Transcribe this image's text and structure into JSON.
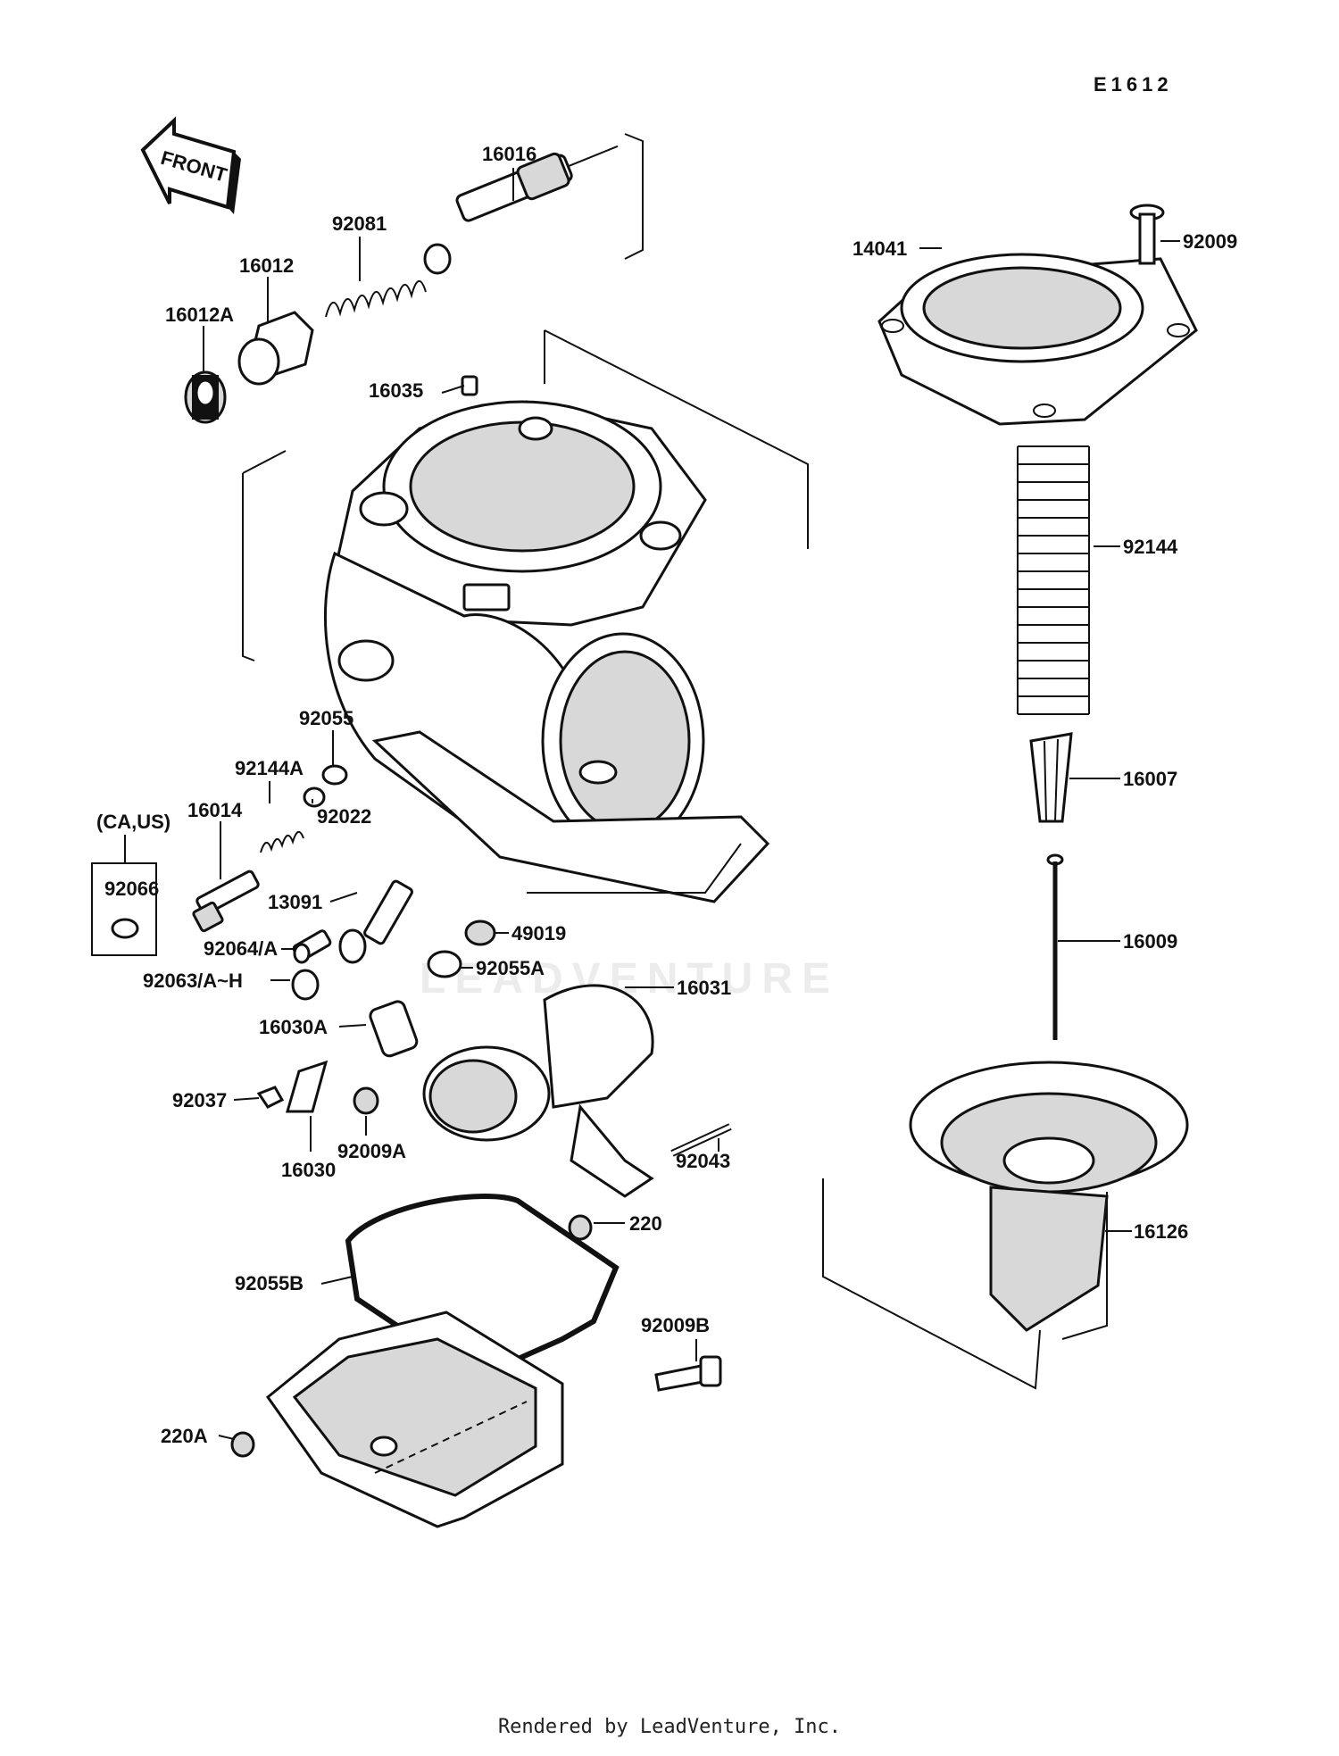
{
  "diagram_code": "E1612",
  "front_label": "FRONT",
  "watermark": "LEADVENTURE",
  "footer": "Rendered by LeadVenture, Inc.",
  "region_note": "(CA,US)",
  "parts": {
    "p16016": "16016",
    "p92081": "92081",
    "p16012": "16012",
    "p16012A": "16012A",
    "p16035": "16035",
    "p92009": "92009",
    "p14041": "14041",
    "p92144": "92144",
    "p16007": "16007",
    "p16009": "16009",
    "p16126": "16126",
    "p92055": "92055",
    "p92144A": "92144A",
    "p16014": "16014",
    "p92022": "92022",
    "p92066": "92066",
    "p13091": "13091",
    "p92064A": "92064/A",
    "p49019": "49019",
    "p92063": "92063/A~H",
    "p92055A": "92055A",
    "p16031": "16031",
    "p16030A": "16030A",
    "p92037": "92037",
    "p16030": "16030",
    "p92009A": "92009A",
    "p92043": "92043",
    "p220": "220",
    "p92055B": "92055B",
    "p92009B": "92009B",
    "p220A": "220A"
  }
}
